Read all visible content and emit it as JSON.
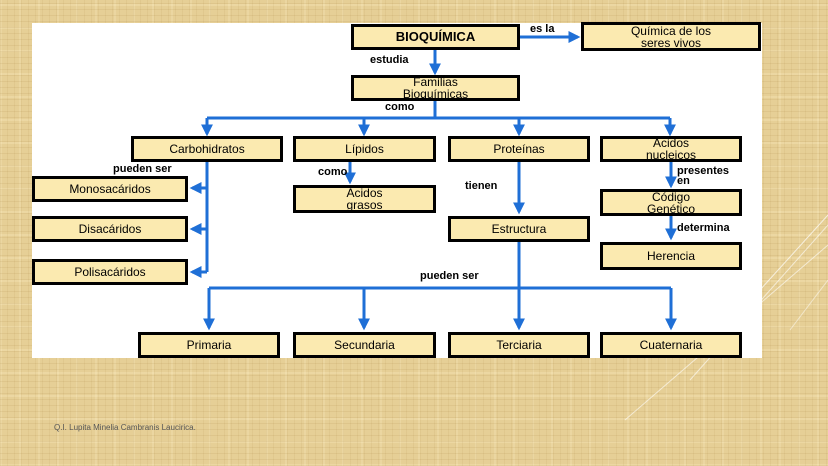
{
  "diagram": {
    "boxes": {
      "bioquimica": "BIOQUÍMICA",
      "quimica": "Química de los\nseres vivos",
      "familias": "Familias\nBioquímicas",
      "carbohidratos": "Carbohidratos",
      "lipidos": "Lípidos",
      "proteinas": "Proteínas",
      "acidos_nucleicos": "Ácidos\nnucleicos",
      "monosacaridos": "Monosacáridos",
      "disacaridos": "Disacáridos",
      "polisacaridos": "Polisacáridos",
      "acidos_grasos": "Ácidos\ngrasos",
      "estructura": "Estructura",
      "codigo_genetico": "Código\nGenético",
      "herencia": "Herencia",
      "primaria": "Primaria",
      "secundaria": "Secundaria",
      "terciaria": "Terciaria",
      "cuaternaria": "Cuaternaria"
    },
    "labels": {
      "es_la": "es la",
      "estudia": "estudia",
      "como_1": "como",
      "pueden_ser_1": "pueden ser",
      "como_2": "como",
      "tienen": "tienen",
      "presentes_en": "presentes\nen",
      "determina": "determina",
      "pueden_ser_2": "pueden ser"
    },
    "colors": {
      "box_fill": "#fbeab0",
      "arrow": "#1f6fd6"
    }
  },
  "footer": {
    "author": "Q.I.  Lupita Minelia Cambranis Laucirica."
  }
}
